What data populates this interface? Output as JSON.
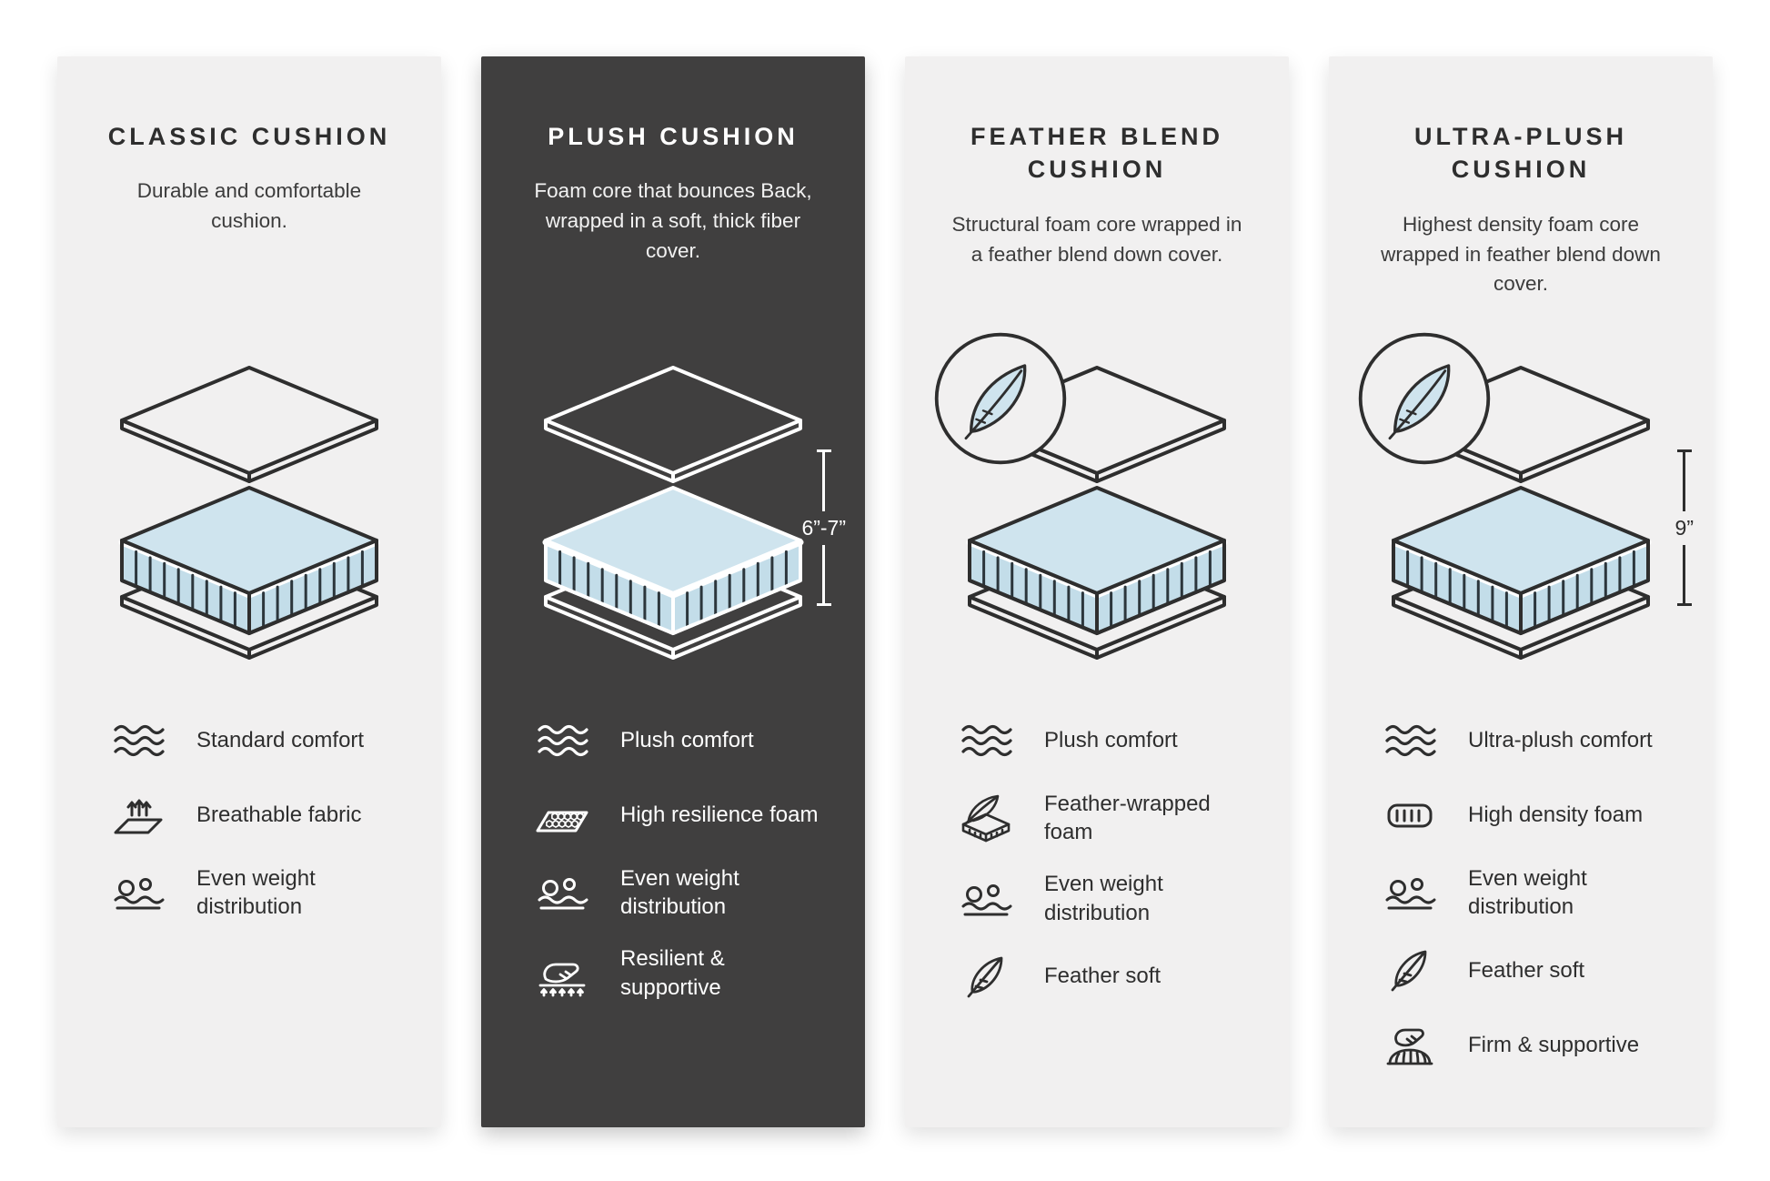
{
  "colors": {
    "background": "#ffffff",
    "card_light": "#f1f0f0",
    "card_dark": "#403f3f",
    "outline_dark": "#2e2e2e",
    "outline_light": "#ffffff",
    "foam_top": "#cfe4ee",
    "foam_side": "#c3dde9",
    "stripe": "#2c363c",
    "band": "#ffffff"
  },
  "cards": [
    {
      "id": "classic",
      "theme": "light",
      "title": "CLASSIC CUSHION",
      "description": "Durable and comfortable cushion.",
      "feather_badge": false,
      "dimension_label": "",
      "features": [
        {
          "icon": "waves-comfort-icon",
          "label": "Standard comfort"
        },
        {
          "icon": "breathable-fabric-icon",
          "label": "Breathable fabric"
        },
        {
          "icon": "even-weight-distribution-icon",
          "label": "Even weight distribution"
        }
      ]
    },
    {
      "id": "plush",
      "theme": "dark",
      "title": "PLUSH CUSHION",
      "description": "Foam core that bounces Back, wrapped in a soft, thick fiber cover.",
      "feather_badge": false,
      "dimension_label": "6”-7”",
      "features": [
        {
          "icon": "waves-comfort-icon",
          "label": "Plush comfort"
        },
        {
          "icon": "honeycomb-foam-icon",
          "label": "High resilience foam"
        },
        {
          "icon": "even-weight-distribution-icon",
          "label": "Even weight distribution"
        },
        {
          "icon": "resilient-supportive-hand-icon",
          "label": "Resilient & supportive"
        }
      ]
    },
    {
      "id": "feather-blend",
      "theme": "light",
      "title": "FEATHER BLEND\nCUSHION",
      "description": "Structural foam core wrapped in a feather blend down cover.",
      "feather_badge": true,
      "dimension_label": "",
      "features": [
        {
          "icon": "waves-comfort-icon",
          "label": "Plush comfort"
        },
        {
          "icon": "feather-wrapped-foam-icon",
          "label": "Feather-wrapped foam"
        },
        {
          "icon": "even-weight-distribution-icon",
          "label": "Even weight distribution"
        },
        {
          "icon": "feather-icon",
          "label": "Feather soft"
        }
      ]
    },
    {
      "id": "ultra-plush",
      "theme": "light",
      "title": "ULTRA-PLUSH\nCUSHION",
      "description": "Highest density foam core wrapped in feather blend down cover.",
      "feather_badge": true,
      "dimension_label": "9”",
      "features": [
        {
          "icon": "waves-comfort-icon",
          "label": "Ultra-plush comfort"
        },
        {
          "icon": "high-density-foam-icon",
          "label": "High density foam"
        },
        {
          "icon": "even-weight-distribution-icon",
          "label": "Even weight distribution"
        },
        {
          "icon": "feather-icon",
          "label": "Feather soft"
        },
        {
          "icon": "firm-supportive-hand-icon",
          "label": "Firm & supportive"
        }
      ]
    }
  ]
}
